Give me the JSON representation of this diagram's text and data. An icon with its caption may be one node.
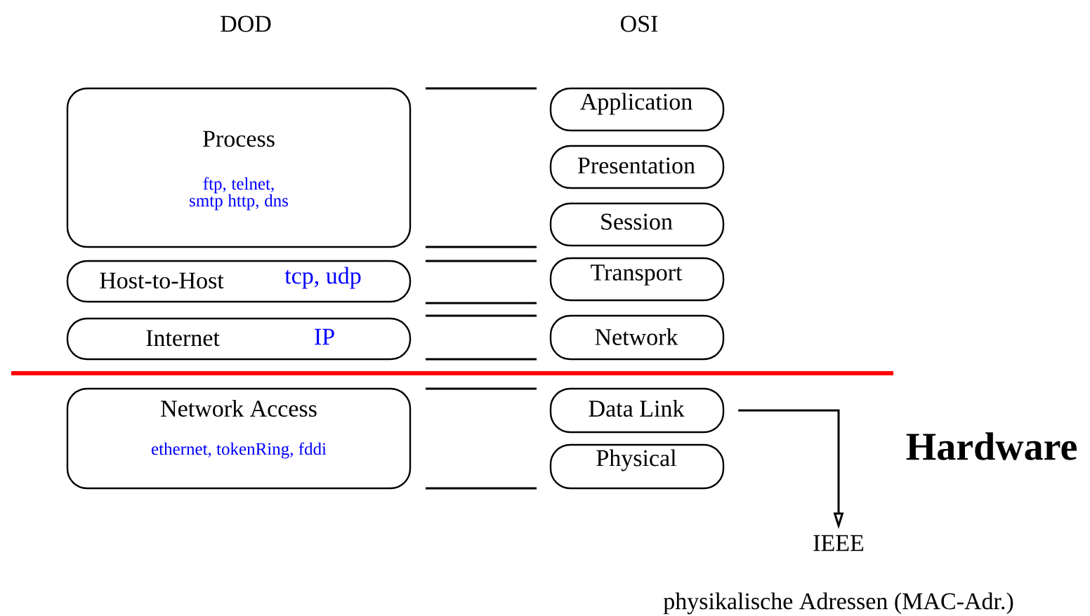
{
  "diagram": {
    "nodes": [
      {
        "text": [
          "Process",
          "ftp, telnet, smtp http, dns"
        ]
      },
      {
        "text": [
          "Host-to-Host",
          "tcp, udp"
        ]
      },
      {
        "text": [
          "Internet",
          "IP"
        ]
      },
      {
        "text": [
          "Network Access",
          "ethernet, tokenRing, fddi"
        ]
      },
      {
        "text": [
          "Application"
        ]
      },
      {
        "text": [
          "Presentation"
        ]
      },
      {
        "text": [
          "Session"
        ]
      },
      {
        "text": [
          "Transport"
        ]
      },
      {
        "text": [
          "Network"
        ]
      },
      {
        "text": [
          "Data Link"
        ]
      },
      {
        "text": [
          "Physical"
        ]
      },
      {
        "text": [
          "IEEE"
        ]
      }
    ],
    "edges": [
      {
        "from": 9,
        "to": 11,
        "arrow": "to"
      }
    ],
    "labels": [
      "DOD",
      "OSI",
      "Hardware",
      "physikalische Adressen (MAC-Adr.)"
    ]
  }
}
